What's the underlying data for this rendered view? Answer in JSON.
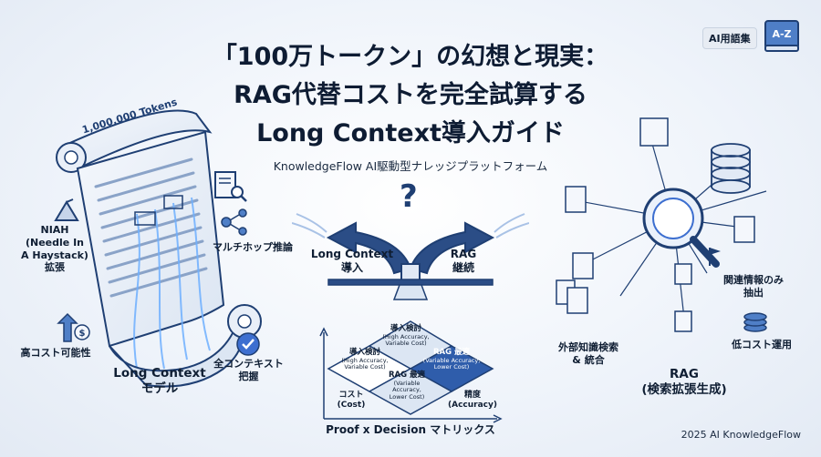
{
  "title": {
    "line1": "「100万トークン」の幻想と現実：",
    "line2": "RAG代替コストを完全試算する",
    "line3": "Long Context導入ガイド"
  },
  "subtitle": "KnowledgeFlow AI駆動型ナレッジプラットフォーム",
  "badge": {
    "label": "AI用語集",
    "icon_text": "A-Z"
  },
  "left": {
    "scroll_title": "1,000,000 Tokens",
    "niah": "NIAH\n(Needle In\nA Haystack)\n拡張",
    "multihop": "マルチホップ推論",
    "high_cost": "高コスト可能性",
    "full_context": "全コンテキスト\n把握",
    "model": "Long Context\nモデル"
  },
  "center": {
    "question": "?",
    "left_choice": "Long Context\n導入",
    "right_choice": "RAG\n継続",
    "matrix": {
      "top": {
        "label": "導入検討",
        "sub": "(High Accuracy,\nVariable Cost)"
      },
      "left": {
        "label": "導入検討",
        "sub": "(High Accuracy,\nVariable Cost)"
      },
      "right": {
        "label": "RAG 最適",
        "sub": "(Variable Accuracy,\nLower Cost)"
      },
      "bottom": {
        "label": "RAG 最適",
        "sub": "(Variable Accuracy,\nLower Cost)"
      },
      "axis_cost": "コスト\n(Cost)",
      "axis_accuracy": "精度\n(Accuracy)"
    },
    "caption": "Proof x Decision マトリックス"
  },
  "right": {
    "extract": "関連情報のみ\n抽出",
    "search": "外部知識検索\n& 統合",
    "low_cost": "低コスト運用",
    "model": "RAG\n(検索拡張生成)"
  },
  "footer": "2025 AI KnowledgeFlow",
  "colors": {
    "navy": "#1f3f73",
    "blue": "#3d6fd0",
    "light": "#cfdcf2",
    "glow": "#6fb0ff"
  }
}
